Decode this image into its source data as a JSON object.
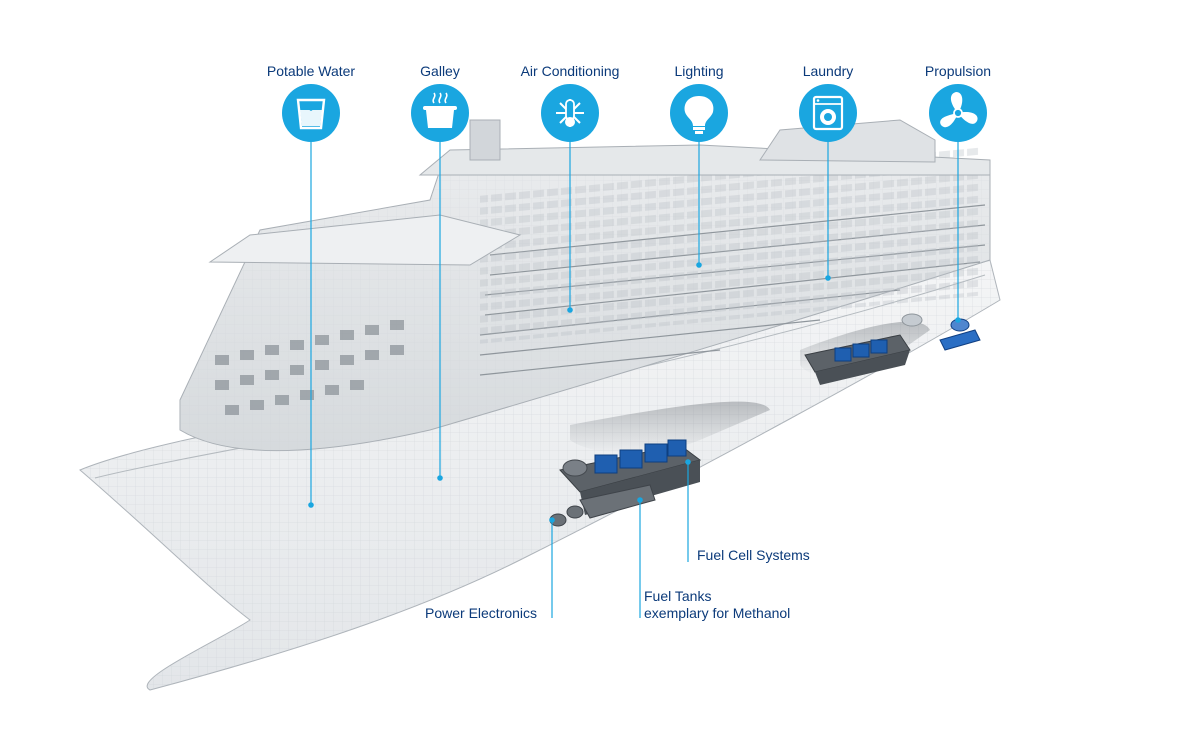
{
  "accent_color": "#1aa6e0",
  "label_color": "#0b3a7a",
  "categories": [
    {
      "label": "Potable Water",
      "icon": "water-glass-icon"
    },
    {
      "label": "Galley",
      "icon": "cooking-pot-icon"
    },
    {
      "label": "Air Conditioning",
      "icon": "snowflake-thermometer-icon"
    },
    {
      "label": "Lighting",
      "icon": "lightbulb-icon"
    },
    {
      "label": "Laundry",
      "icon": "washing-machine-icon"
    },
    {
      "label": "Propulsion",
      "icon": "propeller-icon"
    }
  ],
  "components": {
    "fuel_cell": "Fuel Cell Systems",
    "fuel_tanks_line1": "Fuel Tanks",
    "fuel_tanks_line2": "exemplary for Methanol",
    "power_electronics": "Power Electronics"
  }
}
